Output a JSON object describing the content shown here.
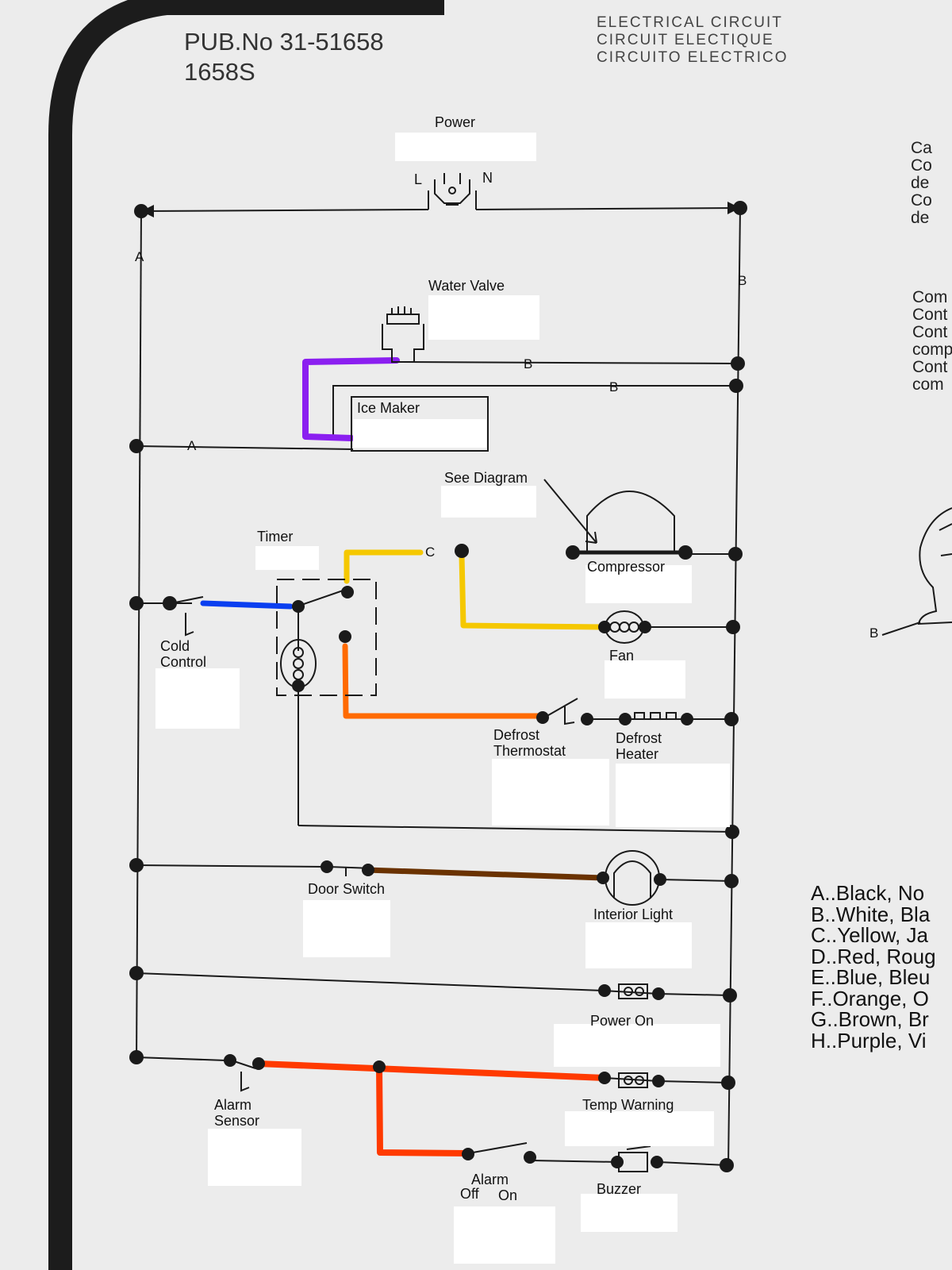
{
  "header": {
    "pub_line1": "PUB.No 31-51658",
    "pub_line2": "1658S",
    "title_en": "ELECTRICAL CIRCUIT",
    "title_fr": "CIRCUIT ELECTIQUE",
    "title_es": "CIRCUITO ELECTRICO"
  },
  "components": {
    "power": "Power",
    "power_l": "L",
    "power_n": "N",
    "water_valve": "Water Valve",
    "ice_maker": "Ice Maker",
    "see_diagram": "See Diagram",
    "compressor": "Compressor",
    "timer": "Timer",
    "cold_control_1": "Cold",
    "cold_control_2": "Control",
    "fan": "Fan",
    "defrost_thermostat_1": "Defrost",
    "defrost_thermostat_2": "Thermostat",
    "defrost_heater_1": "Defrost",
    "defrost_heater_2": "Heater",
    "door_switch": "Door Switch",
    "interior_light": "Interior Light",
    "power_on": "Power On",
    "temp_warning": "Temp Warning",
    "alarm_sensor_1": "Alarm",
    "alarm_sensor_2": "Sensor",
    "alarm": "Alarm",
    "alarm_off": "Off",
    "alarm_on": "On",
    "buzzer": "Buzzer"
  },
  "wire_labels": {
    "a_top": "A",
    "a_mid": "A",
    "b_right": "B",
    "b_valve": "B",
    "b_ice": "B",
    "c_timer": "C",
    "b_side": "B"
  },
  "legend": [
    "A..Black, No",
    "B..White, Bla",
    "C..Yellow, Ja",
    "D..Red, Roug",
    "E..Blue, Bleu",
    "F..Orange, O",
    "G..Brown, Br",
    "H..Purple, Vi"
  ],
  "side_text_top": [
    "Ca",
    "Co",
    "de",
    "Co",
    "de"
  ],
  "side_text_mid": [
    "Com",
    "Cont",
    "Cont",
    "comp",
    "Cont",
    "com"
  ],
  "colors": {
    "purple": "#8b1ff0",
    "yellow": "#f5c800",
    "blue": "#0a3ff0",
    "orange": "#ff6a00",
    "brown": "#6a3200",
    "red": "#ff3a00",
    "ink": "#1a1a1a",
    "frame": "#1c1c1c",
    "paper": "#ececec"
  }
}
